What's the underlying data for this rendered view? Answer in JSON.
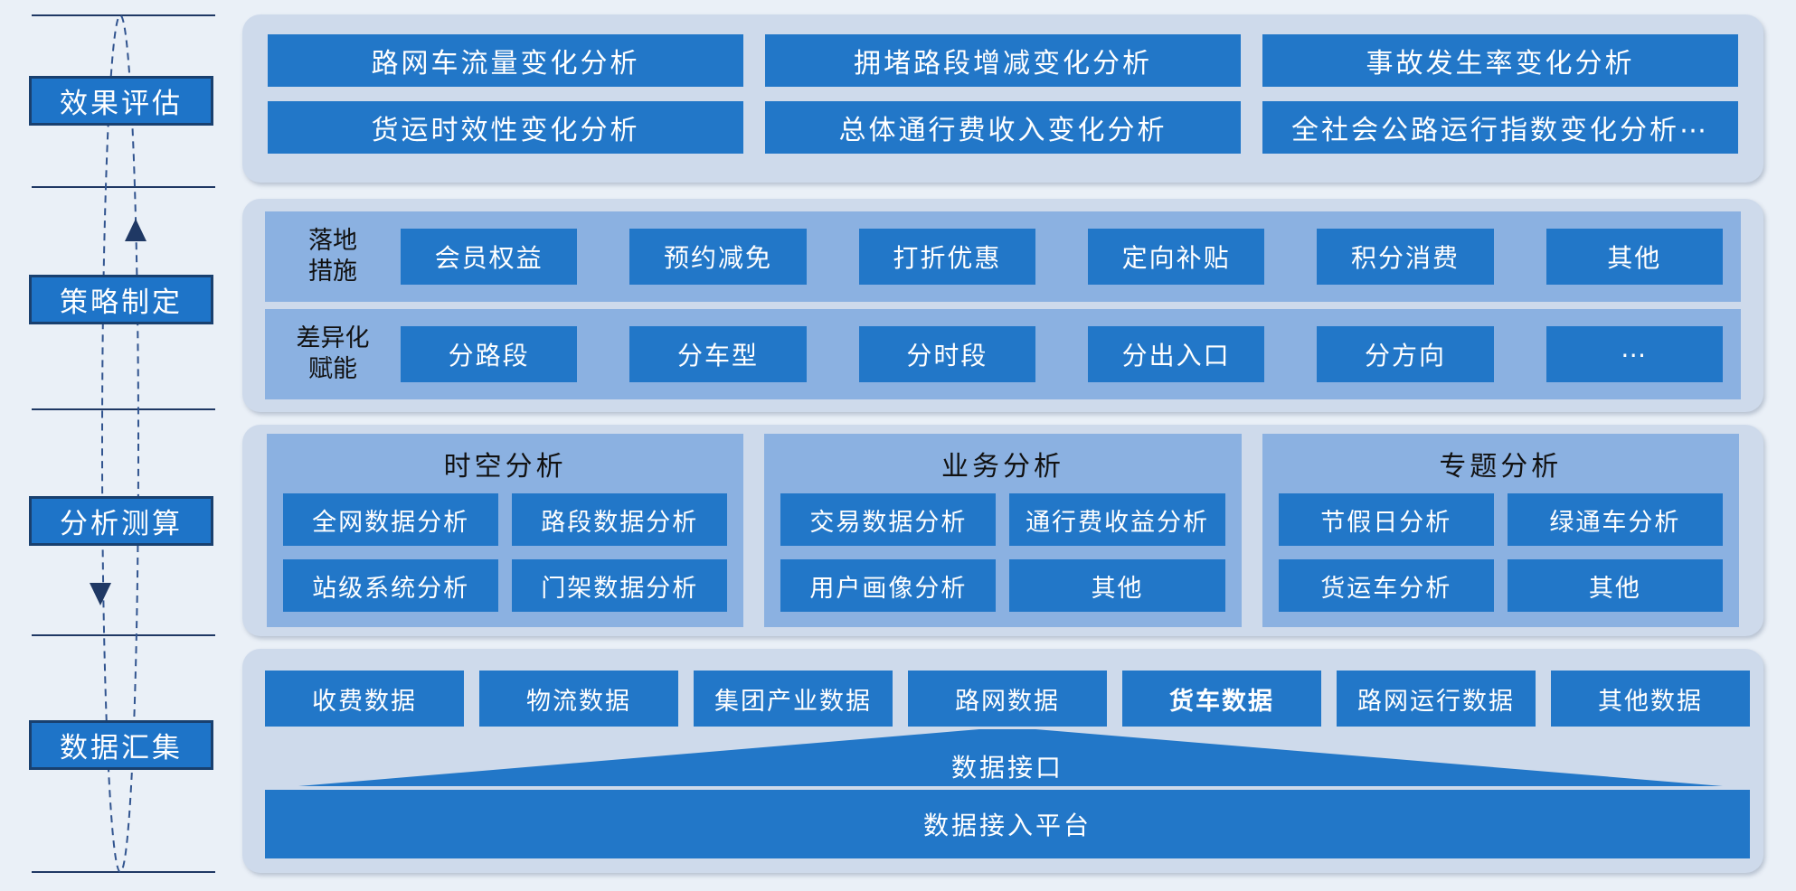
{
  "colors": {
    "page_bg": "#EAF0F7",
    "container_bg": "#CEDAEB",
    "band_bg": "#8BB1E1",
    "block_blue": "#2277C8",
    "stage_fill": "#1E74C8",
    "stage_border": "#19406F",
    "navy": "#1F3864"
  },
  "sidebar": {
    "stages": [
      {
        "label": "效果评估"
      },
      {
        "label": "策略制定"
      },
      {
        "label": "分析测算"
      },
      {
        "label": "数据汇集"
      }
    ]
  },
  "evaluation": {
    "blocks": [
      "路网车流量变化分析",
      "拥堵路段增减变化分析",
      "事故发生率变化分析",
      "货运时效性变化分析",
      "总体通行费收入变化分析",
      "全社会公路运行指数变化分析⋯"
    ]
  },
  "strategy": {
    "rows": [
      {
        "label_line1": "落地",
        "label_line2": "措施",
        "blocks": [
          "会员权益",
          "预约减免",
          "打折优惠",
          "定向补贴",
          "积分消费",
          "其他"
        ]
      },
      {
        "label_line1": "差异化",
        "label_line2": "赋能",
        "blocks": [
          "分路段",
          "分车型",
          "分时段",
          "分出入口",
          "分方向",
          "⋯"
        ]
      }
    ]
  },
  "analysis": {
    "panels": [
      {
        "title": "时空分析",
        "blocks": [
          "全网数据分析",
          "路段数据分析",
          "站级系统分析",
          "门架数据分析"
        ]
      },
      {
        "title": "业务分析",
        "blocks": [
          "交易数据分析",
          "通行费收益分析",
          "用户画像分析",
          "其他"
        ]
      },
      {
        "title": "专题分析",
        "blocks": [
          "节假日分析",
          "绿通车分析",
          "货运车分析",
          "其他"
        ]
      }
    ]
  },
  "data_layer": {
    "sources": [
      "收费数据",
      "物流数据",
      "集团产业数据",
      "路网数据",
      "货车数据",
      "路网运行数据",
      "其他数据"
    ],
    "interface_label": "数据接口",
    "platform_label": "数据接入平台"
  }
}
